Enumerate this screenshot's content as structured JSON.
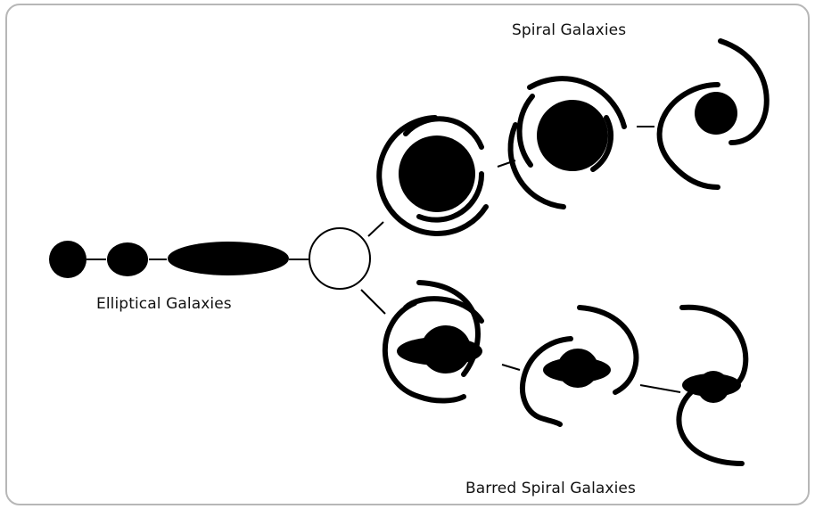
{
  "labels": {
    "elliptical": "Elliptical Galaxies",
    "spiral": "Spiral Galaxies",
    "barred": "Barred Spiral Galaxies"
  },
  "colors": {
    "ink": "#000000",
    "frame": "#b7b7b7",
    "background": "#ffffff"
  }
}
